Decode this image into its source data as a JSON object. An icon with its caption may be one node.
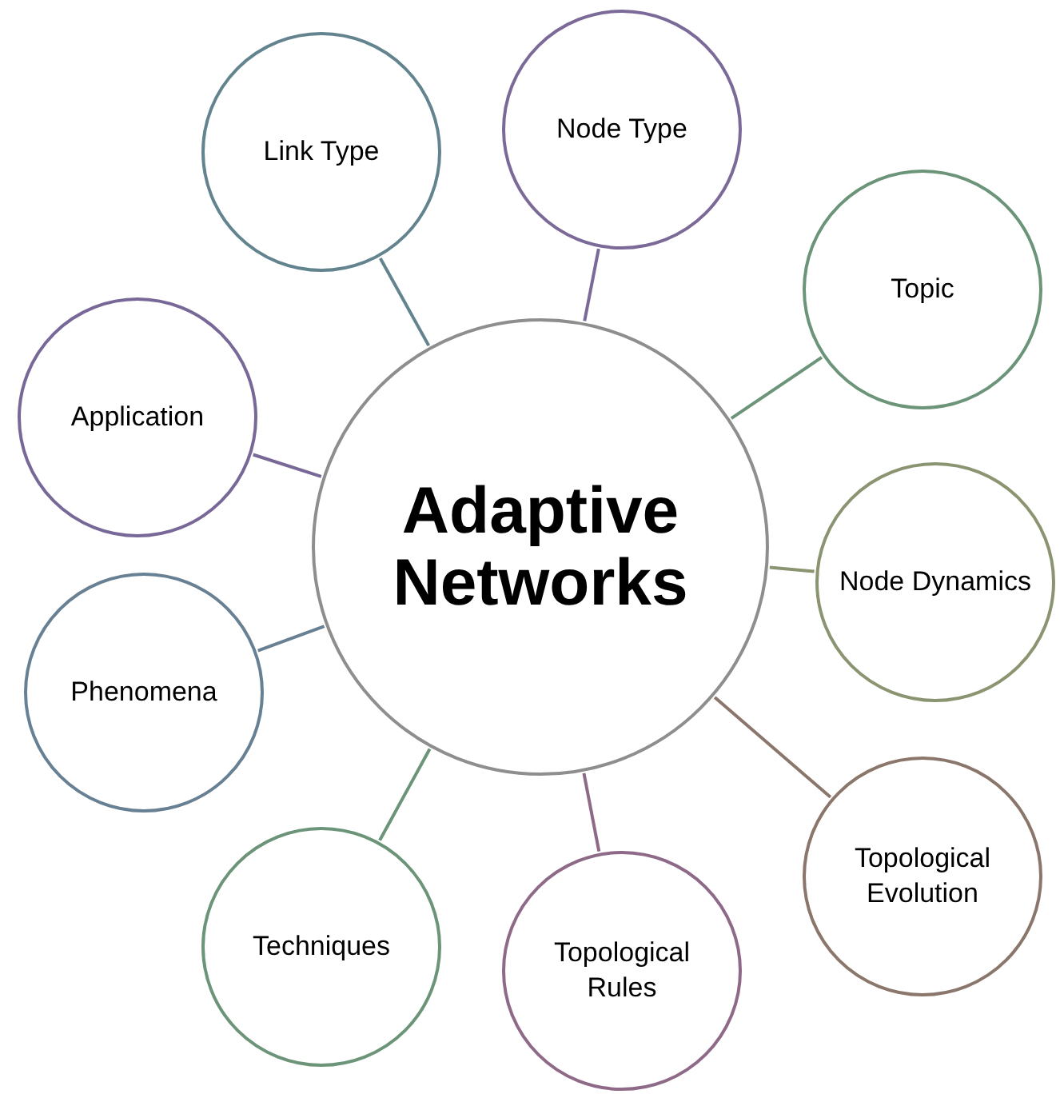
{
  "diagram": {
    "nodes": [
      {
        "text": [
          "Adaptive Networks"
        ]
      },
      {
        "text": [
          "Link Type"
        ]
      },
      {
        "text": [
          "Node Type"
        ]
      },
      {
        "text": [
          "Topic"
        ]
      },
      {
        "text": [
          "Application"
        ]
      },
      {
        "text": [
          "Node Dynamics"
        ]
      },
      {
        "text": [
          "Phenomena"
        ]
      },
      {
        "text": [
          "Topological Evolution"
        ]
      },
      {
        "text": [
          "Techniques"
        ]
      },
      {
        "text": [
          "Topological Rules"
        ]
      }
    ],
    "edges": [
      {
        "from": 0,
        "to": 1,
        "arrow": "none",
        "color": "#63848f"
      },
      {
        "from": 0,
        "to": 2,
        "arrow": "none",
        "color": "#7b6a98"
      },
      {
        "from": 0,
        "to": 3,
        "arrow": "none",
        "color": "#6b9479"
      },
      {
        "from": 0,
        "to": 4,
        "arrow": "none",
        "color": "#776897"
      },
      {
        "from": 0,
        "to": 5,
        "arrow": "none",
        "color": "#8a9470"
      },
      {
        "from": 0,
        "to": 6,
        "arrow": "none",
        "color": "#688093"
      },
      {
        "from": 0,
        "to": 7,
        "arrow": "none",
        "color": "#8a766a"
      },
      {
        "from": 0,
        "to": 8,
        "arrow": "none",
        "color": "#6b9479"
      },
      {
        "from": 0,
        "to": 9,
        "arrow": "none",
        "color": "#8e6a88"
      }
    ]
  }
}
